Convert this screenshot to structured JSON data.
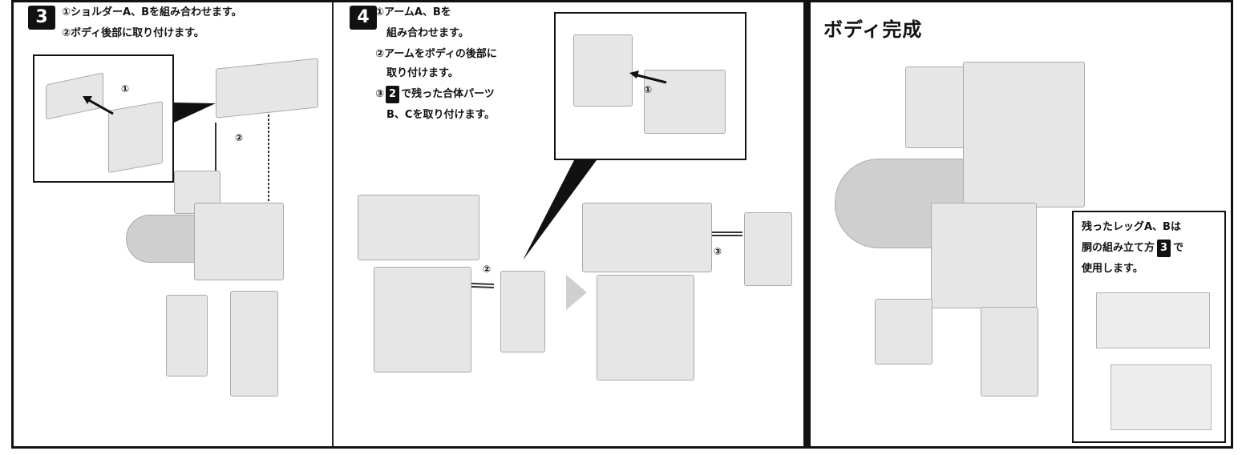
{
  "step3": {
    "number": "3",
    "line1": "①ショルダーA、Bを組み合わせます。",
    "line2": "②ボディ後部に取り付けます。",
    "callout_marker": "①",
    "main_marker": "②"
  },
  "step4": {
    "number": "4",
    "line1": "①アームA、Bを",
    "line2": "組み合わせます。",
    "line3": "②アームをボディの後部に",
    "line4": "取り付けます。",
    "line5": "③",
    "line5_badge": "2",
    "line5_rest": "で残った合体パーツ",
    "line6": "B、Cを取り付けます。",
    "callout_marker": "①",
    "marker2": "②",
    "marker3": "③"
  },
  "complete": {
    "title": "ボディ完成",
    "note_line1": "残ったレッグA、Bは",
    "note_line2a": "胴の組み立て方",
    "note_badge": "3",
    "note_line2b": "で",
    "note_line3": "使用します。"
  },
  "colors": {
    "ink": "#111111",
    "part": "#e6e6e6",
    "part_edge": "#aaaaaa"
  }
}
